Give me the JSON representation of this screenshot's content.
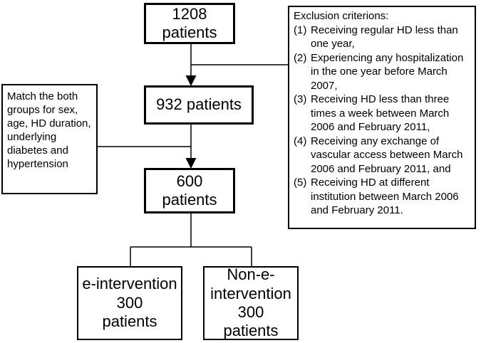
{
  "boxes": {
    "total": "1208\npatients",
    "after_exclusion": "932 patients",
    "matched": "600\npatients",
    "e_group": "e-intervention\n300\npatients",
    "non_e_group": "Non-e-\nintervention\n300\npatients"
  },
  "match_note": "Match  the both groups for sex, age, HD duration, underlying diabetes and hypertension",
  "exclusion": {
    "title": "Exclusion criterions:",
    "items": [
      {
        "num": "(1)",
        "text": "Receiving regular HD less than one year,"
      },
      {
        "num": "(2)",
        "text": "Experiencing any hospitalization in the one year before March 2007,"
      },
      {
        "num": "(3)",
        "text": "Receiving HD less than three times a week between March 2006 and February 2011,"
      },
      {
        "num": "(4)",
        "text": "Receiving any exchange of vascular access between March 2006 and February 2011, and"
      },
      {
        "num": "(5)",
        "text": "Receiving HD at different institution between March 2006 and February 2011."
      }
    ]
  }
}
